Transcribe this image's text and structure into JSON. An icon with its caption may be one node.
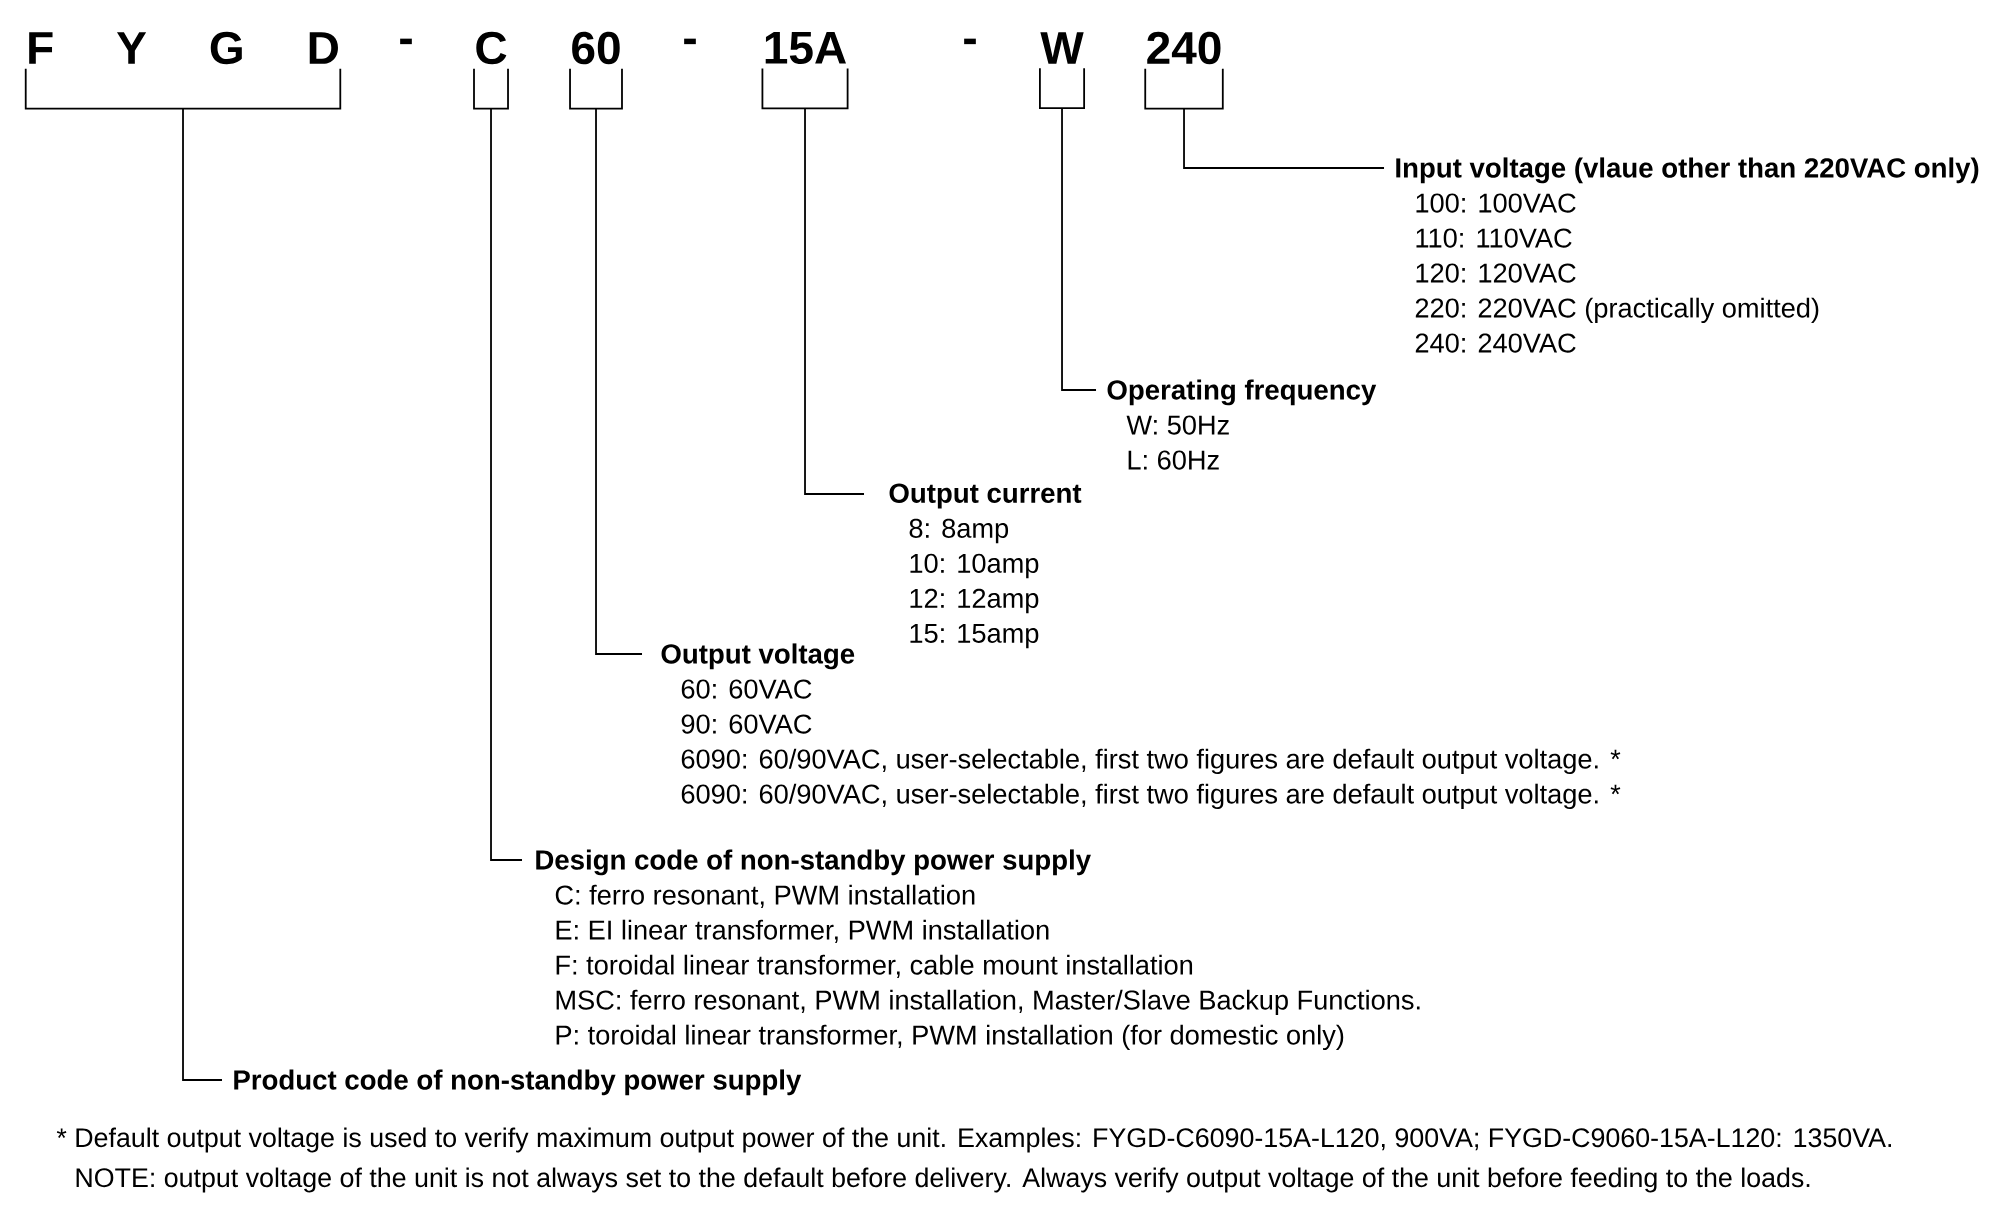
{
  "diagram": {
    "nodes": [
      {
        "text": [
          "F Y G D"
        ]
      },
      {
        "text": [
          "C"
        ]
      },
      {
        "text": [
          "60"
        ]
      },
      {
        "text": [
          "15A"
        ]
      },
      {
        "text": [
          "W"
        ]
      },
      {
        "text": [
          "240"
        ]
      },
      {
        "text": [
          "Input voltage (vlaue other than 220VAC only)",
          "100: 100VAC",
          "110: 110VAC",
          "120: 120VAC",
          "220: 220VAC (practically omitted)",
          "240: 240VAC"
        ]
      },
      {
        "text": [
          "Operating frequency",
          "W: 50Hz",
          "L: 60Hz"
        ]
      },
      {
        "text": [
          "Output current",
          "8: 8amp",
          "10: 10amp",
          "12: 12amp",
          "15: 15amp"
        ]
      },
      {
        "text": [
          "Output voltage",
          "60: 60VAC",
          "90: 60VAC",
          "6090: 60/90VAC, user-selectable, first two figures are default output voltage. *",
          "6090: 60/90VAC, user-selectable, first two figures are default output voltage. *"
        ]
      },
      {
        "text": [
          "Design code of non-standby power supply",
          "C: ferro resonant, PWM installation",
          "E: EI linear transformer, PWM installation",
          "F: toroidal linear transformer, cable mount installation",
          "MSC: ferro resonant, PWM installation, Master/Slave Backup Functions.",
          "P: toroidal linear transformer, PWM installation (for domestic only)"
        ]
      },
      {
        "text": [
          "Product code of non-standby power supply"
        ]
      }
    ],
    "edges": [
      {
        "from": 0,
        "to": 11,
        "arrow": "none"
      },
      {
        "from": 1,
        "to": 10,
        "arrow": "none"
      },
      {
        "from": 2,
        "to": 9,
        "arrow": "none"
      },
      {
        "from": 3,
        "to": 8,
        "arrow": "none"
      },
      {
        "from": 4,
        "to": 7,
        "arrow": "none"
      },
      {
        "from": 5,
        "to": 6,
        "arrow": "none"
      }
    ],
    "labels": [
      "-",
      "-",
      "-",
      "* Default output voltage is used to verify maximum output power of the unit. Examples: FYGD-C6090-15A-L120, 900VA; FYGD-C9060-15A-L120: 1350VA.",
      "NOTE: output voltage of the unit is not always set to the default before delivery. Always verify output voltage of the unit before feeding to the loads."
    ]
  }
}
